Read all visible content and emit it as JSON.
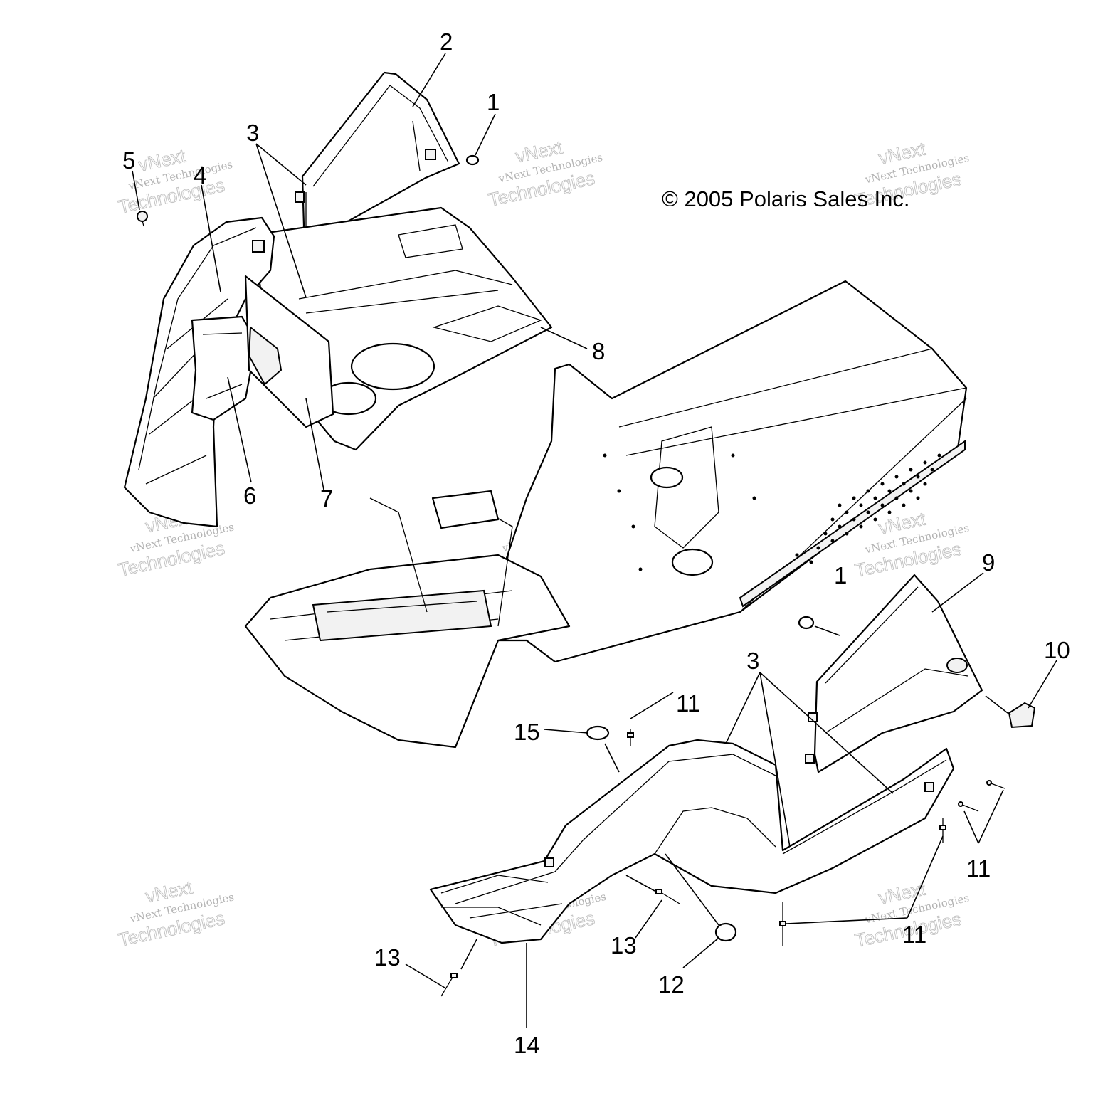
{
  "copyright": "© 2005 Polaris Sales Inc.",
  "callouts": [
    "1",
    "2",
    "3",
    "5",
    "4",
    "6",
    "7",
    "8",
    "9",
    "1",
    "10",
    "3",
    "11",
    "15",
    "11",
    "11",
    "13",
    "12",
    "13",
    "14"
  ],
  "watermark": {
    "line1": "vNext",
    "line2": "vNext Technologies",
    "line3": "Technologies"
  },
  "parts": [
    "fastener-1-icon",
    "panel-2-icon",
    "screw-5-icon",
    "left-side-panel-4-icon",
    "duct-6-icon",
    "heat-shield-7-icon",
    "belly-pan-8-icon",
    "chassis-frame-icon",
    "side-panel-9-icon",
    "light-10-icon",
    "hood-shell-icon",
    "trim-14-icon",
    "plug-12-icon",
    "plug-15-icon",
    "rivet-11-icon",
    "rivet-13-icon"
  ]
}
